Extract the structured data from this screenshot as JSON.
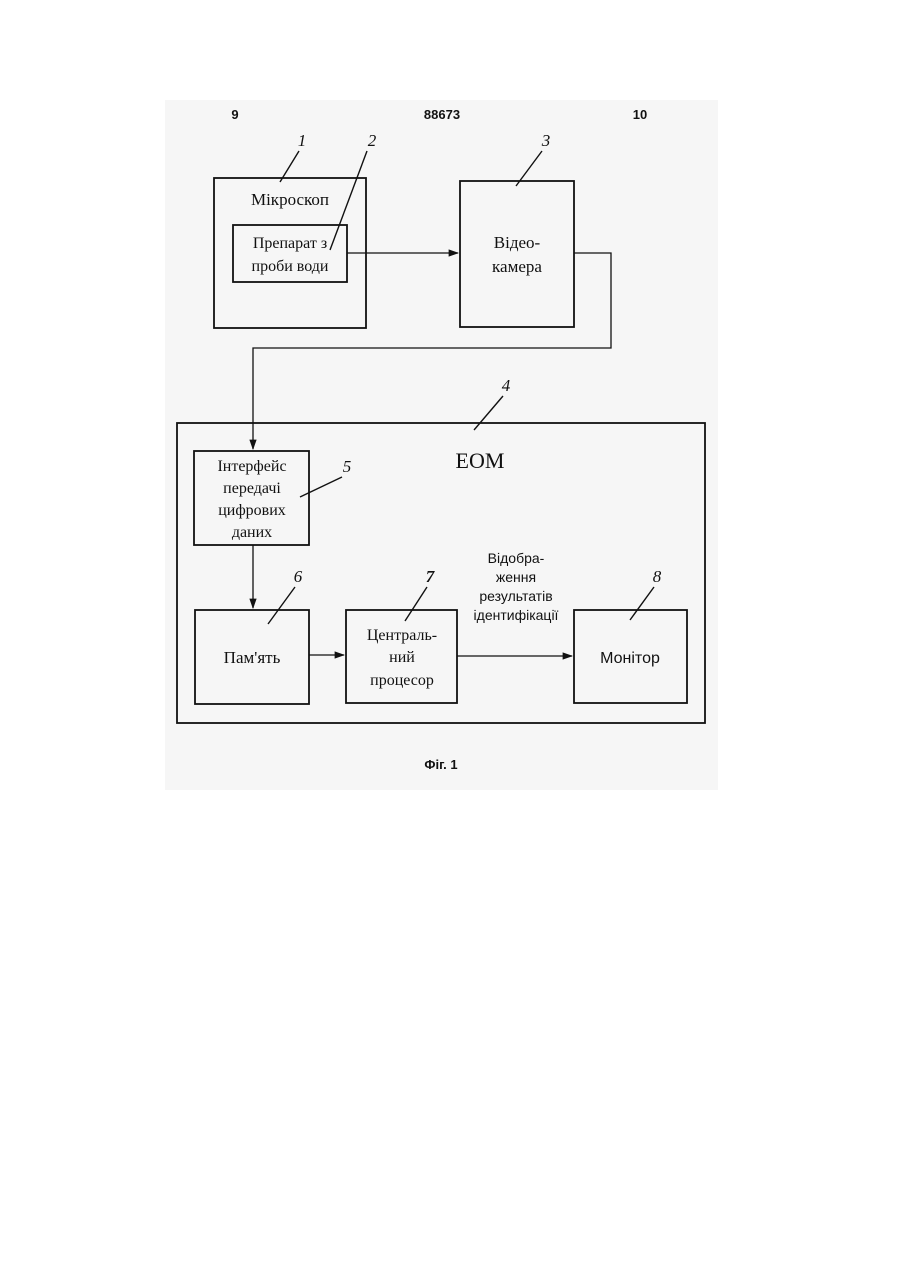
{
  "header": {
    "page_left": "9",
    "patent_number": "88673",
    "page_right": "10"
  },
  "diagram": {
    "blocks": {
      "microscope": {
        "ref": "1",
        "label": "Мікроскоп"
      },
      "sample": {
        "ref": "2",
        "label_line1": "Препарат з",
        "label_line2": "проби води"
      },
      "video_camera": {
        "ref": "3",
        "label_line1": "Відео-",
        "label_line2": "камера"
      },
      "computer": {
        "ref": "4",
        "label": "ЕОМ"
      },
      "interface": {
        "ref": "5",
        "label_line1": "Інтерфейс",
        "label_line2": "передачі",
        "label_line3": "цифрових",
        "label_line4": "даних"
      },
      "memory": {
        "ref": "6",
        "label": "Пам'ять"
      },
      "cpu": {
        "ref": "7",
        "label_line1": "Централь-",
        "label_line2": "ний",
        "label_line3": "процесор"
      },
      "monitor": {
        "ref": "8",
        "label": "Монітор"
      }
    },
    "edge_label": {
      "line1": "Відобра-",
      "line2": "ження",
      "line3": "результатів",
      "line4": "ідентифікації"
    }
  },
  "caption": "Фіг. 1"
}
